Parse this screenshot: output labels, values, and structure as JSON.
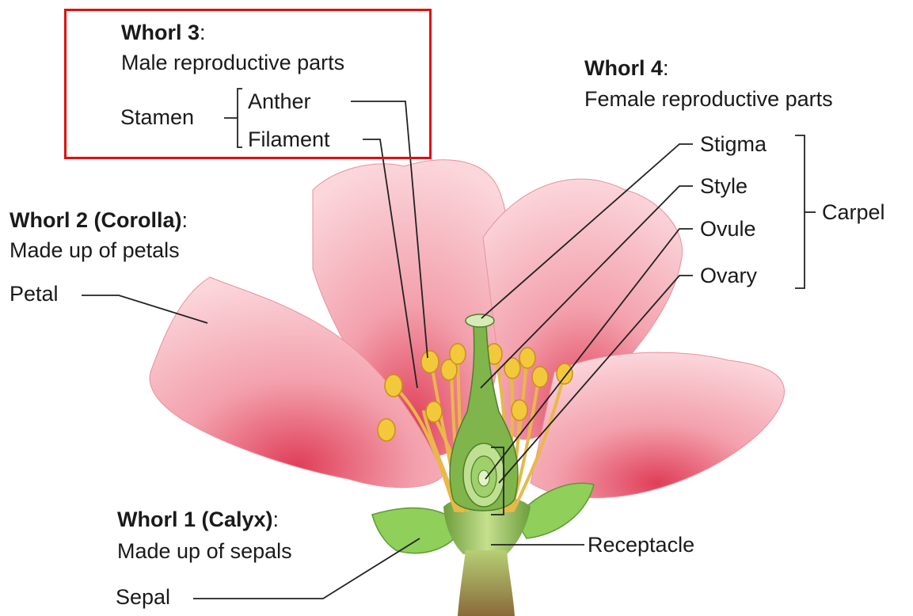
{
  "whorl3": {
    "title": "Whorl 3",
    "colon": ":",
    "desc": "Male reproductive parts"
  },
  "stamen": {
    "label": "Stamen",
    "anther": "Anther",
    "filament": "Filament"
  },
  "whorl4": {
    "title": "Whorl 4",
    "colon": ":",
    "desc": "Female reproductive parts"
  },
  "carpel": {
    "label": "Carpel",
    "stigma": "Stigma",
    "style": "Style",
    "ovule": "Ovule",
    "ovary": "Ovary"
  },
  "whorl2": {
    "title": "Whorl 2 (Corolla)",
    "colon": ":",
    "desc": "Made up of petals",
    "part": "Petal"
  },
  "whorl1": {
    "title": "Whorl 1 (Calyx)",
    "colon": ":",
    "desc": "Made up of sepals",
    "part": "Sepal"
  },
  "receptacle": "Receptacle",
  "colors": {
    "highlight": "#e01010",
    "petal": "#f4a9b2",
    "petal_dark": "#e25a6e",
    "sepal": "#8fcf5a",
    "anther": "#f2c93a",
    "leader": "#222222"
  }
}
